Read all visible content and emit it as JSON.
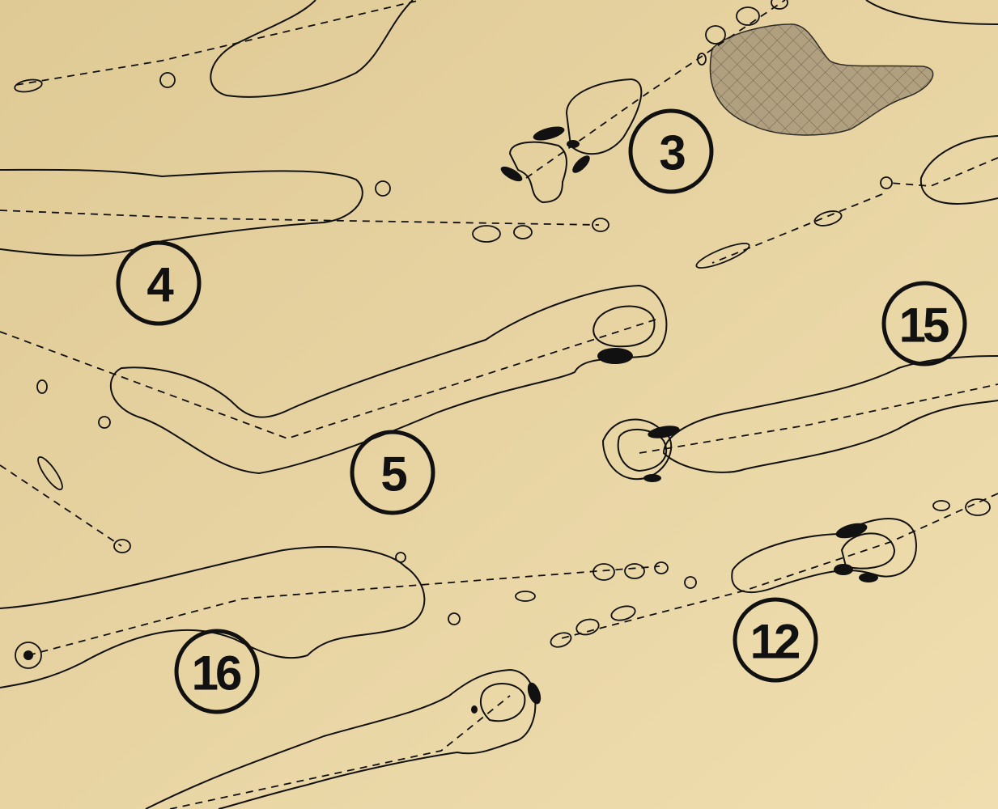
{
  "map": {
    "colors": {
      "background": "#e6d3a2",
      "ink": "#111111",
      "water_fill": "#9c8b6a"
    },
    "holes": [
      {
        "label": "3"
      },
      {
        "label": "4"
      },
      {
        "label": "5"
      },
      {
        "label": "15"
      },
      {
        "label": "12"
      },
      {
        "label": "16"
      }
    ]
  }
}
